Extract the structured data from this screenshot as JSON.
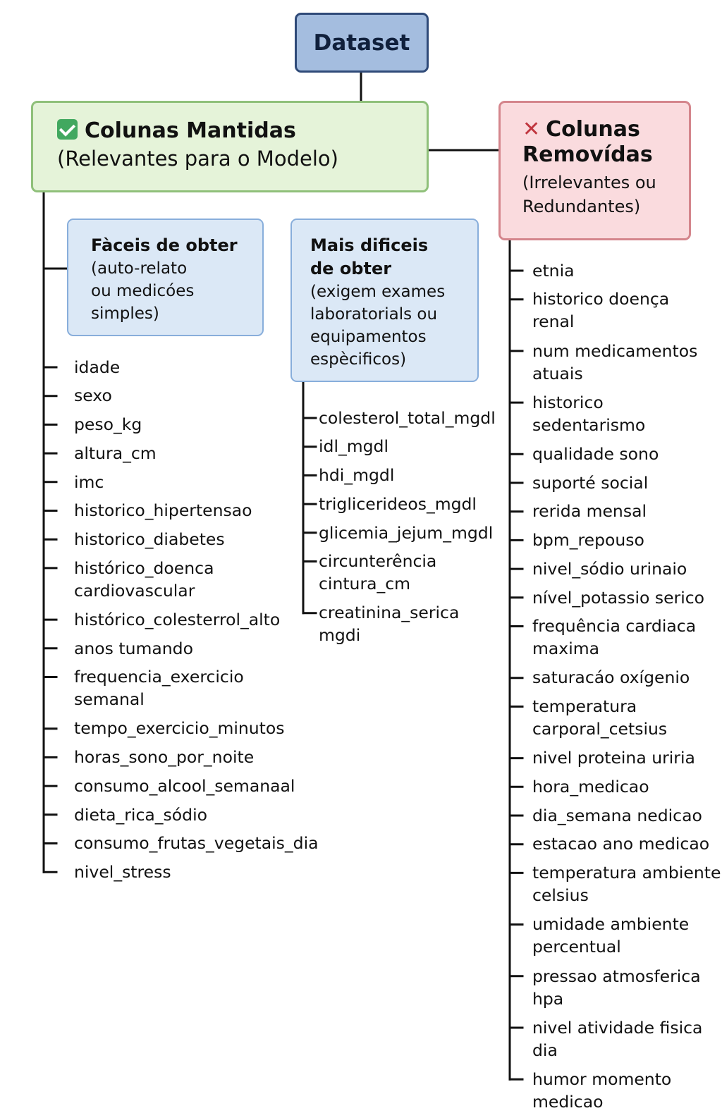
{
  "root": {
    "label": "Dataset"
  },
  "kept": {
    "icon": "check-box-icon",
    "title": "Colunas Mantidas",
    "subtitle": "(Relevantes para o Modelo)"
  },
  "removed": {
    "icon": "x-mark-icon",
    "title_line1": "Colunas",
    "title_line2": "Removídas",
    "subtitle_line1": "(Irrelevantes ou",
    "subtitle_line2": "Redundantes)"
  },
  "easy": {
    "title": "Fàceis de obter",
    "desc": [
      "(auto-relato",
      "ou medicóes",
      "simples)"
    ],
    "items": [
      [
        "idade"
      ],
      [
        "sexo"
      ],
      [
        "peso_kg"
      ],
      [
        "altura_cm"
      ],
      [
        "imc"
      ],
      [
        "historico_hipertensao"
      ],
      [
        "historico_diabetes"
      ],
      [
        "histórico_doenca",
        "cardiovascular"
      ],
      [
        "histórico_colesterrol_alto"
      ],
      [
        "anos tumando"
      ],
      [
        "frequencia_exercicio",
        "semanal"
      ],
      [
        "tempo_exercicio_minutos"
      ],
      [
        "horas_sono_por_noite"
      ],
      [
        "consumo_alcool_semanaal"
      ],
      [
        "dieta_rica_sódio"
      ],
      [
        "consumo_frutas_vegetais_dia"
      ],
      [
        "nivel_stress"
      ]
    ]
  },
  "hard": {
    "title": [
      "Mais dificeis",
      "de obter"
    ],
    "desc": [
      "(exigem exames",
      "laboratorials ou",
      "equipamentos",
      "espècificos)"
    ],
    "items": [
      [
        "colesterol_total_mgdl"
      ],
      [
        "idl_mgdl"
      ],
      [
        "hdi_mgdl"
      ],
      [
        "triglicerideos_mgdl"
      ],
      [
        "glicemia_jejum_mgdl"
      ],
      [
        "circunterência",
        "cintura_cm"
      ],
      [
        "creatinina_serica",
        "mgdi"
      ]
    ]
  },
  "removed_items": [
    [
      "etnia"
    ],
    [
      "historico doença",
      "renal"
    ],
    [
      "num medicamentos",
      "atuais"
    ],
    [
      "historico",
      "sedentarismo"
    ],
    [
      "qualidade sono"
    ],
    [
      "suporté social"
    ],
    [
      "rerida mensal"
    ],
    [
      "bpm_repouso"
    ],
    [
      "nivel_sódio urinaio"
    ],
    [
      "nível_potassio serico"
    ],
    [
      "frequência cardiaca",
      "maxima"
    ],
    [
      "saturacáo oxígenio"
    ],
    [
      "temperatura",
      "carporal_cetsius"
    ],
    [
      "nivel proteina uriria"
    ],
    [
      "hora_medicao"
    ],
    [
      "dia_semana nedicao"
    ],
    [
      "estacao ano medicao"
    ],
    [
      "temperatura ambiente",
      "celsius"
    ],
    [
      "umidade ambiente",
      "percentual"
    ],
    [
      "pressao atmosferica",
      "hpa"
    ],
    [
      "nivel atividade fisica",
      "dia"
    ],
    [
      "humor momento",
      "medicao"
    ]
  ]
}
